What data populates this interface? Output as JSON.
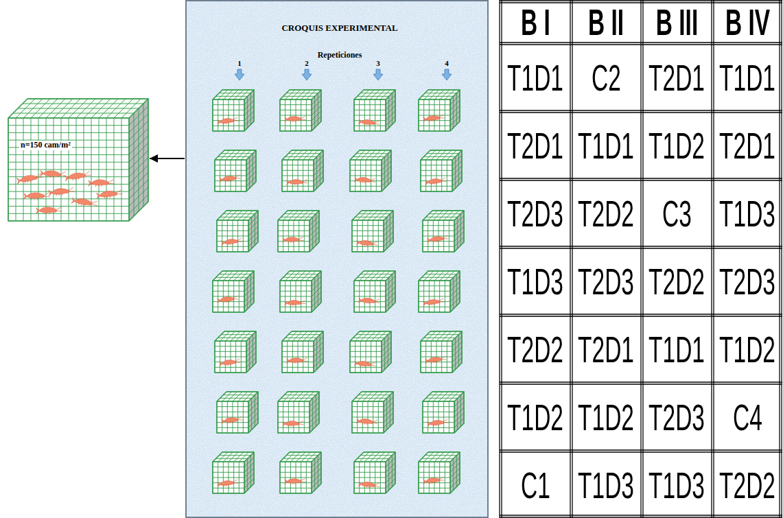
{
  "diagram": {
    "nodes": [
      {
        "text": [
          "n=150 cam/m²"
        ]
      },
      {
        "text": [
          "CROQUIS EXPERIMENTAL",
          "Repeticiones"
        ]
      }
    ],
    "edges": [
      {
        "from": 1,
        "to": 0,
        "arrow": "to"
      }
    ],
    "labels": [
      "1",
      "2",
      "3",
      "4",
      "B I",
      "B II",
      "B III",
      "B IV",
      "T1D1",
      "C2",
      "T2D1",
      "T1D1",
      "T2D1",
      "T1D1",
      "T1D2",
      "T2D1",
      "T2D3",
      "T2D2",
      "C3",
      "T1D3",
      "T1D3",
      "T2D3",
      "T2D2",
      "T2D3",
      "T2D2",
      "T2D1",
      "T1D1",
      "T1D2",
      "T1D2",
      "T1D2",
      "T2D3",
      "C4",
      "C1",
      "T1D3",
      "T1D3",
      "T2D2"
    ]
  }
}
